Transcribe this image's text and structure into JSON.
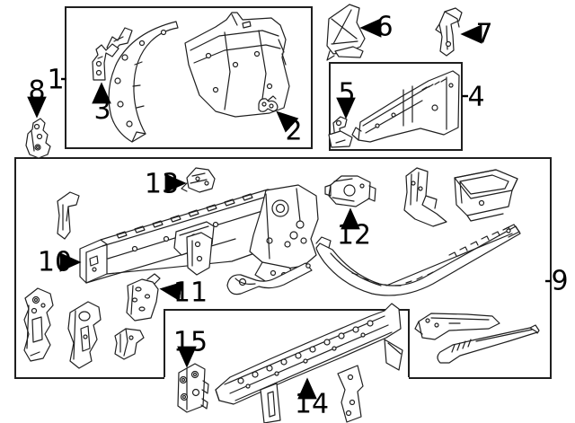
{
  "diagram": {
    "type": "exploded-parts-diagram",
    "colors": {
      "background": "#ffffff",
      "line": "#1f1f1f",
      "label": "#000000"
    },
    "callouts": [
      {
        "label": "1",
        "connector": "dash"
      },
      {
        "label": "2",
        "connector": "arrow"
      },
      {
        "label": "3",
        "connector": "arrow"
      },
      {
        "label": "4",
        "connector": "dash"
      },
      {
        "label": "5",
        "connector": "arrow"
      },
      {
        "label": "6",
        "connector": "arrow"
      },
      {
        "label": "7",
        "connector": "arrow"
      },
      {
        "label": "8",
        "connector": "arrow"
      },
      {
        "label": "9",
        "connector": "dash"
      },
      {
        "label": "10",
        "connector": "arrow"
      },
      {
        "label": "11",
        "connector": "arrow"
      },
      {
        "label": "12",
        "connector": "arrow"
      },
      {
        "label": "13",
        "connector": "arrow"
      },
      {
        "label": "14",
        "connector": "arrow"
      },
      {
        "label": "15",
        "connector": "arrow"
      }
    ]
  }
}
